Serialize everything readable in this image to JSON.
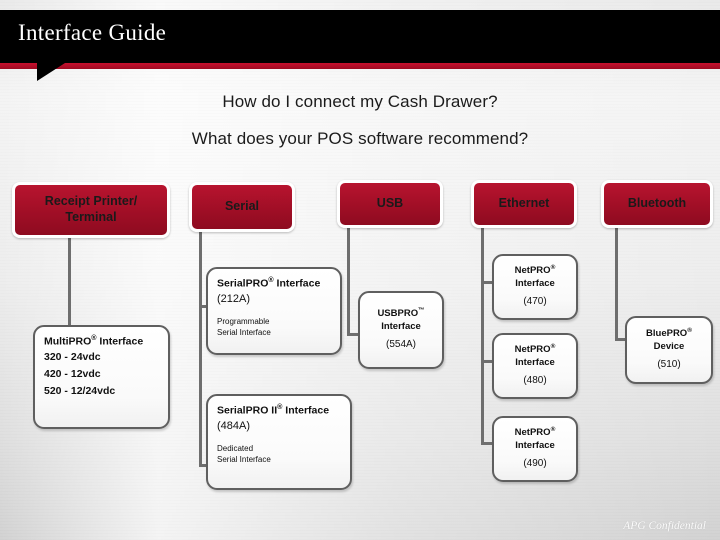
{
  "header": {
    "title": "Interface Guide",
    "bar_color": "#000000",
    "accent_color": "#c8102e"
  },
  "questions": {
    "line1": "How do I connect my Cash Drawer?",
    "line2": "What does your POS software recommend?"
  },
  "footer": {
    "text": "APG Confidential"
  },
  "diagram": {
    "categories": [
      {
        "label": "Receipt Printer/\nTerminal",
        "label_l1": "Receipt Printer/",
        "label_l2": "Terminal"
      },
      {
        "label": "Serial"
      },
      {
        "label": "USB"
      },
      {
        "label": "Ethernet"
      },
      {
        "label": "Bluetooth"
      }
    ],
    "nodes": {
      "multipro": {
        "head": "MultiPRO",
        "head_mark": "®",
        "head_tail": " Interface",
        "line1": "320 - 24vdc",
        "line2": "420 - 12vdc",
        "line3": "520 - 12/24vdc"
      },
      "serialpro": {
        "head": "SerialPRO",
        "head_mark": "®",
        "head_tail": " Interface",
        "code": "(212A)",
        "sub1": "Programmable",
        "sub2": "Serial Interface"
      },
      "serialpro2": {
        "head": "SerialPRO II",
        "head_mark": "®",
        "head_tail": " Interface",
        "code": "(484A)",
        "sub1": "Dedicated",
        "sub2": "Serial Interface"
      },
      "usbpro": {
        "head": "USBPRO",
        "head_mark": "™",
        "head_tail": "",
        "head2": "Interface",
        "code": "(554A)"
      },
      "netpro470": {
        "head": "NetPRO",
        "head_mark": "®",
        "head2": "Interface",
        "code": "(470)"
      },
      "netpro480": {
        "head": "NetPRO",
        "head_mark": "®",
        "head2": "Interface",
        "code": "(480)"
      },
      "netpro490": {
        "head": "NetPRO",
        "head_mark": "®",
        "head2": "Interface",
        "code": "(490)"
      },
      "bluepro": {
        "head": "BluePRO",
        "head_mark": "®",
        "head2": "Device",
        "code": "(510)"
      }
    }
  }
}
